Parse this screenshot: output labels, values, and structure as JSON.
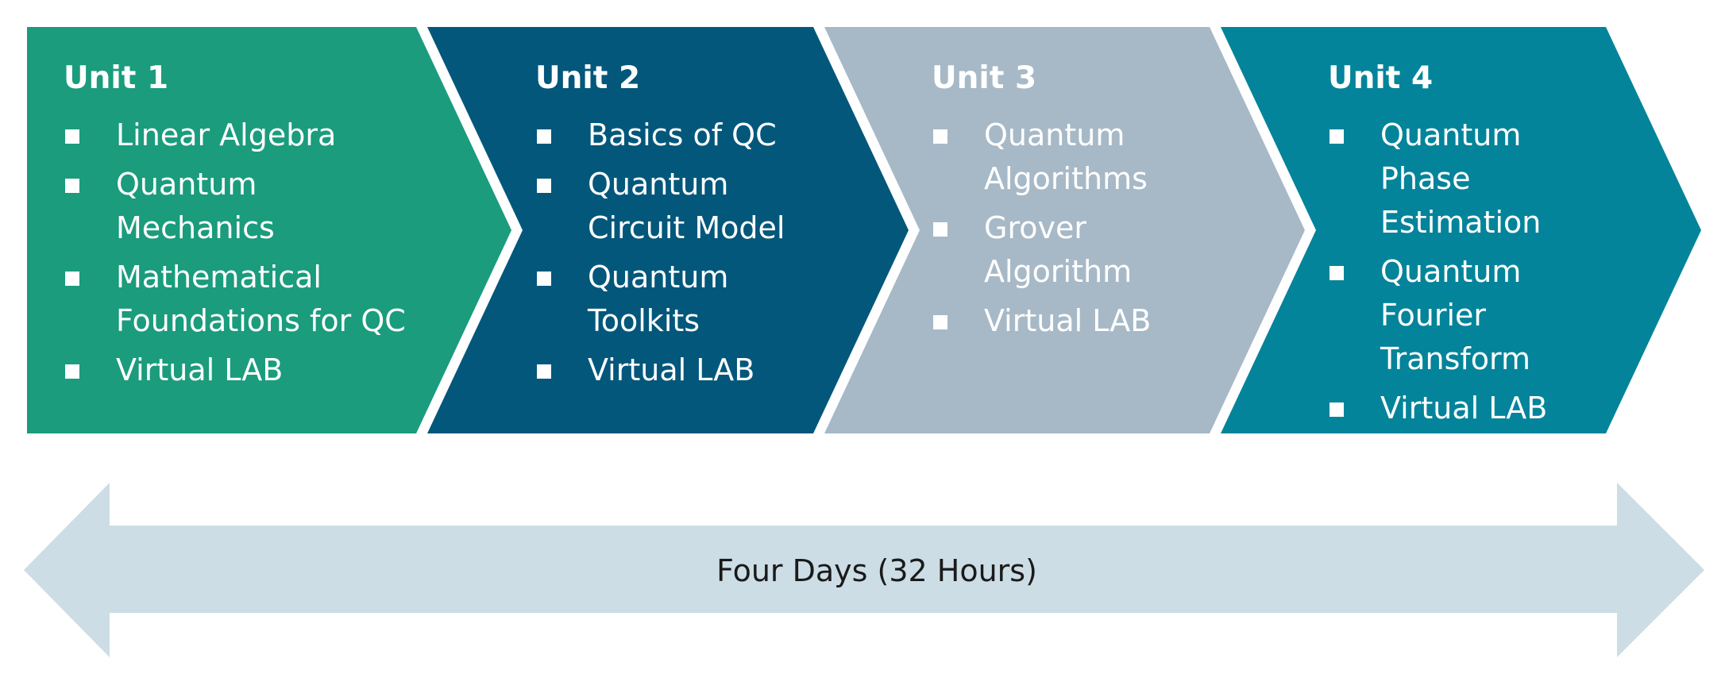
{
  "colors": {
    "unit1": "#1a9c7d",
    "unit2": "#03577b",
    "unit3": "#a7b9c7",
    "unit4": "#03849a",
    "arrow": "#ccdde5",
    "text_light": "#ffffff",
    "text_dark": "#1a1a1a"
  },
  "units": [
    {
      "title": "Unit 1",
      "items": [
        {
          "lines": [
            "Linear Algebra"
          ]
        },
        {
          "lines": [
            "Quantum",
            "Mechanics"
          ]
        },
        {
          "lines": [
            "Mathematical",
            "Foundations for QC"
          ]
        },
        {
          "lines": [
            "Virtual LAB"
          ]
        }
      ]
    },
    {
      "title": "Unit 2",
      "items": [
        {
          "lines": [
            "Basics of QC"
          ]
        },
        {
          "lines": [
            "Quantum",
            "Circuit Model"
          ]
        },
        {
          "lines": [
            "Quantum",
            "Toolkits"
          ]
        },
        {
          "lines": [
            "Virtual LAB"
          ]
        }
      ]
    },
    {
      "title": "Unit 3",
      "items": [
        {
          "lines": [
            "Quantum",
            "Algorithms"
          ]
        },
        {
          "lines": [
            "Grover",
            "Algorithm"
          ]
        },
        {
          "lines": [
            "Virtual LAB"
          ]
        }
      ]
    },
    {
      "title": "Unit 4",
      "items": [
        {
          "lines": [
            "Quantum",
            "Phase",
            "Estimation"
          ]
        },
        {
          "lines": [
            "Quantum",
            "Fourier",
            "Transform"
          ]
        },
        {
          "lines": [
            "Virtual LAB"
          ]
        }
      ]
    }
  ],
  "duration": {
    "label": "Four Days (32 Hours)"
  }
}
